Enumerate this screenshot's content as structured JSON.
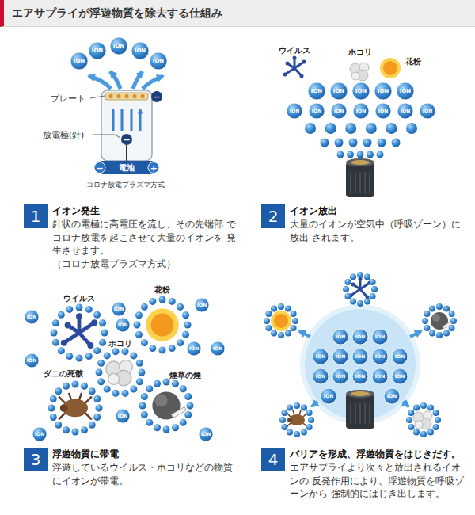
{
  "diagram": {
    "title": "エアサプライが浮遊物質を除去する仕組み",
    "nodes": [
      {
        "text": [
          "1",
          "イオン発生",
          "針状の電極に高電圧を流し、その先端部 でコロナ放電を起こさせて大量のイオンを 発生させます。",
          "（コロナ放電プラズマ方式）"
        ]
      },
      {
        "text": [
          "2",
          "イオン放出",
          "大量のイオンが空気中（呼吸ゾーン）に放出 されます。"
        ]
      },
      {
        "text": [
          "3",
          "浮遊物質に帯電",
          "浮遊しているウイルス・ホコリなどの物質 にイオンが帯電。"
        ]
      },
      {
        "text": [
          "4",
          "バリアを形成、浮遊物質をはじきだす。",
          "エアサプライより次々と放出されるイオンの 反発作用により、浮遊物質を呼吸ゾーンから 強制的にはじき出します。"
        ]
      }
    ],
    "labels": [
      "ION",
      "ION",
      "ION",
      "ION",
      "ION",
      "プレート",
      "放電極(針)",
      "電池",
      "−",
      "−",
      "−",
      "+",
      "コロナ放電プラズマ方式",
      "ウイルス",
      "ホコリ",
      "花粉",
      "ION",
      "ION",
      "ION",
      "ION",
      "ION",
      "ION",
      "ION",
      "ION",
      "ION",
      "ION",
      "ION",
      "ION",
      "ウイルス",
      "花粉",
      "ホコリ",
      "ダニの死骸",
      "煙草の煙",
      "ION",
      "ION",
      "ION",
      "ION",
      "ION",
      "ION",
      "ION",
      "ION",
      "ION",
      "ION",
      "ION",
      "ION",
      "ION",
      "ION",
      "ION",
      "ION",
      "ION",
      "ION",
      "ION",
      "ION",
      "ION",
      "ION",
      "ION",
      "ION",
      "ION"
    ]
  }
}
